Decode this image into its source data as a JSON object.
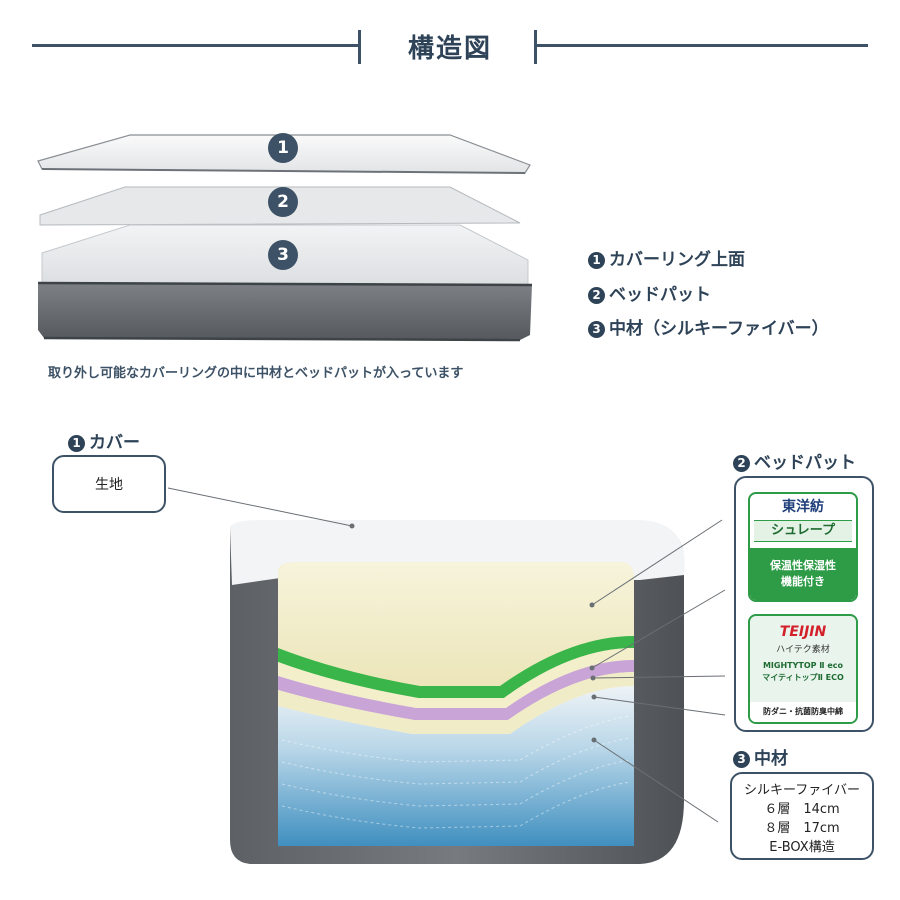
{
  "header": {
    "title": "構造図"
  },
  "exploded_view": {
    "layer_numbers": [
      "1",
      "2",
      "3"
    ]
  },
  "legend": {
    "items": [
      {
        "num": "1",
        "label": "カバーリング上面"
      },
      {
        "num": "2",
        "label": "ベッドパット"
      },
      {
        "num": "3",
        "label": "中材（シルキーファイバー）"
      }
    ]
  },
  "caption": "取り外し可能なカバーリングの中に中材とベッドパットが入っています",
  "cover_section": {
    "num": "1",
    "label": "カバー",
    "box_text": "生地"
  },
  "pad_section": {
    "num": "2",
    "label": "ベッドパット",
    "toyobo": {
      "brand": "東洋紡",
      "product": "シュレープ",
      "features": [
        "保温性保湿性",
        "機能付き"
      ]
    },
    "teijin": {
      "brand": "TEIJIN",
      "subtitle": "ハイテク素材",
      "product_en": "MIGHTYTOP Ⅱ eco",
      "product_jp": "マイティトップⅡ ECO",
      "features": "防ダニ・抗菌防臭中綿"
    }
  },
  "core_section": {
    "num": "3",
    "label": "中材",
    "box_lines": [
      "シルキーファイバー",
      "６層　14cm",
      "８層　17cm",
      "E-BOX構造"
    ]
  },
  "colors": {
    "navy": "#2e4357",
    "toyobo_green": "#2e9b47",
    "teijin_red": "#d3202b",
    "pad_green": "#3ab54a",
    "pad_purple": "#c9a4d6",
    "pad_cream": "#f1ecc8",
    "fiber_blue": "#5aa6d0",
    "side_gray": "#6b6f73"
  }
}
